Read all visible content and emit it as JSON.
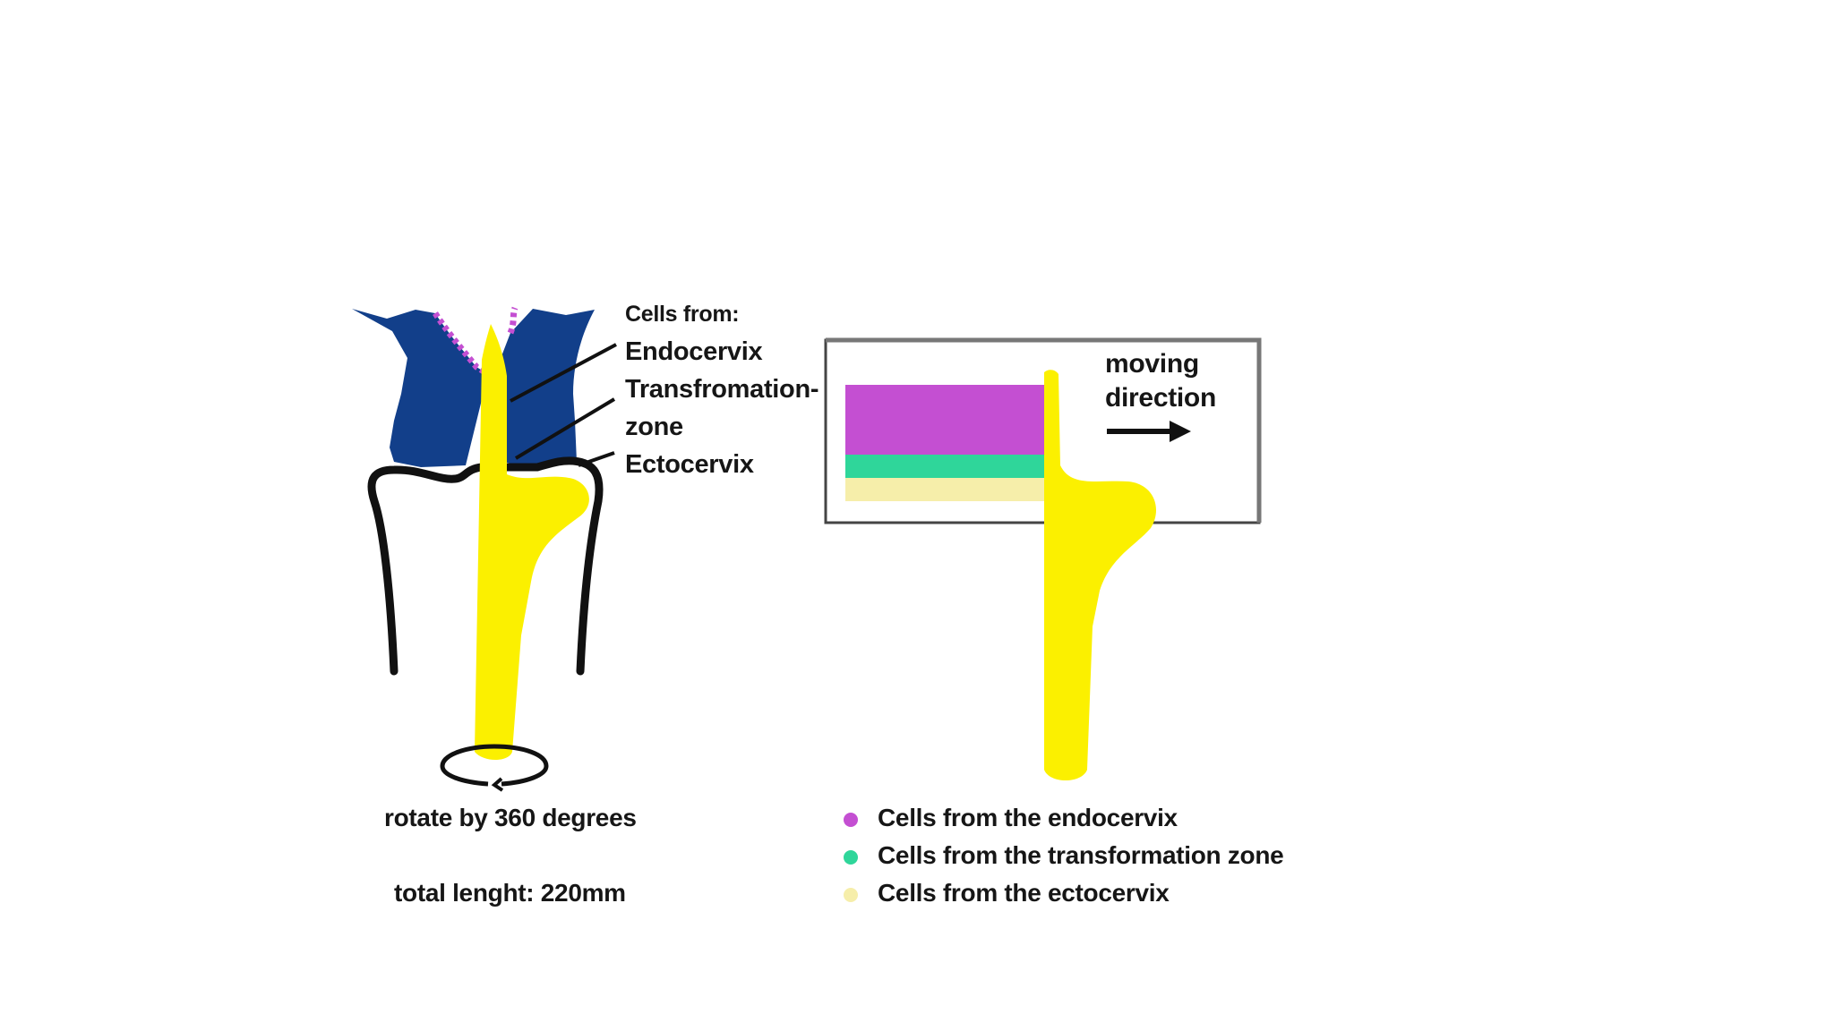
{
  "left_diagram": {
    "header": "Cells from:",
    "labels": [
      "Endocervix",
      "Transfromation-",
      "zone",
      "Ectocervix"
    ],
    "caption_rotate": "rotate by 360 degrees",
    "caption_length": "total lenght: 220mm"
  },
  "right_diagram": {
    "moving_line1": "moving",
    "moving_line2": "direction"
  },
  "legend": {
    "items": [
      {
        "label": "Cells from the endocervix",
        "color": "#c44fd2"
      },
      {
        "label": "Cells from the transformation zone",
        "color": "#2fd69a"
      },
      {
        "label": "Cells from the ectocervix",
        "color": "#f6eeaa"
      }
    ]
  },
  "colors": {
    "tissue": "#123f8a",
    "brush": "#fbf000",
    "outline": "#111111",
    "endocervix": "#c44fd2",
    "transformation_zone": "#2fd69a",
    "ectocervix": "#f6eeaa"
  }
}
